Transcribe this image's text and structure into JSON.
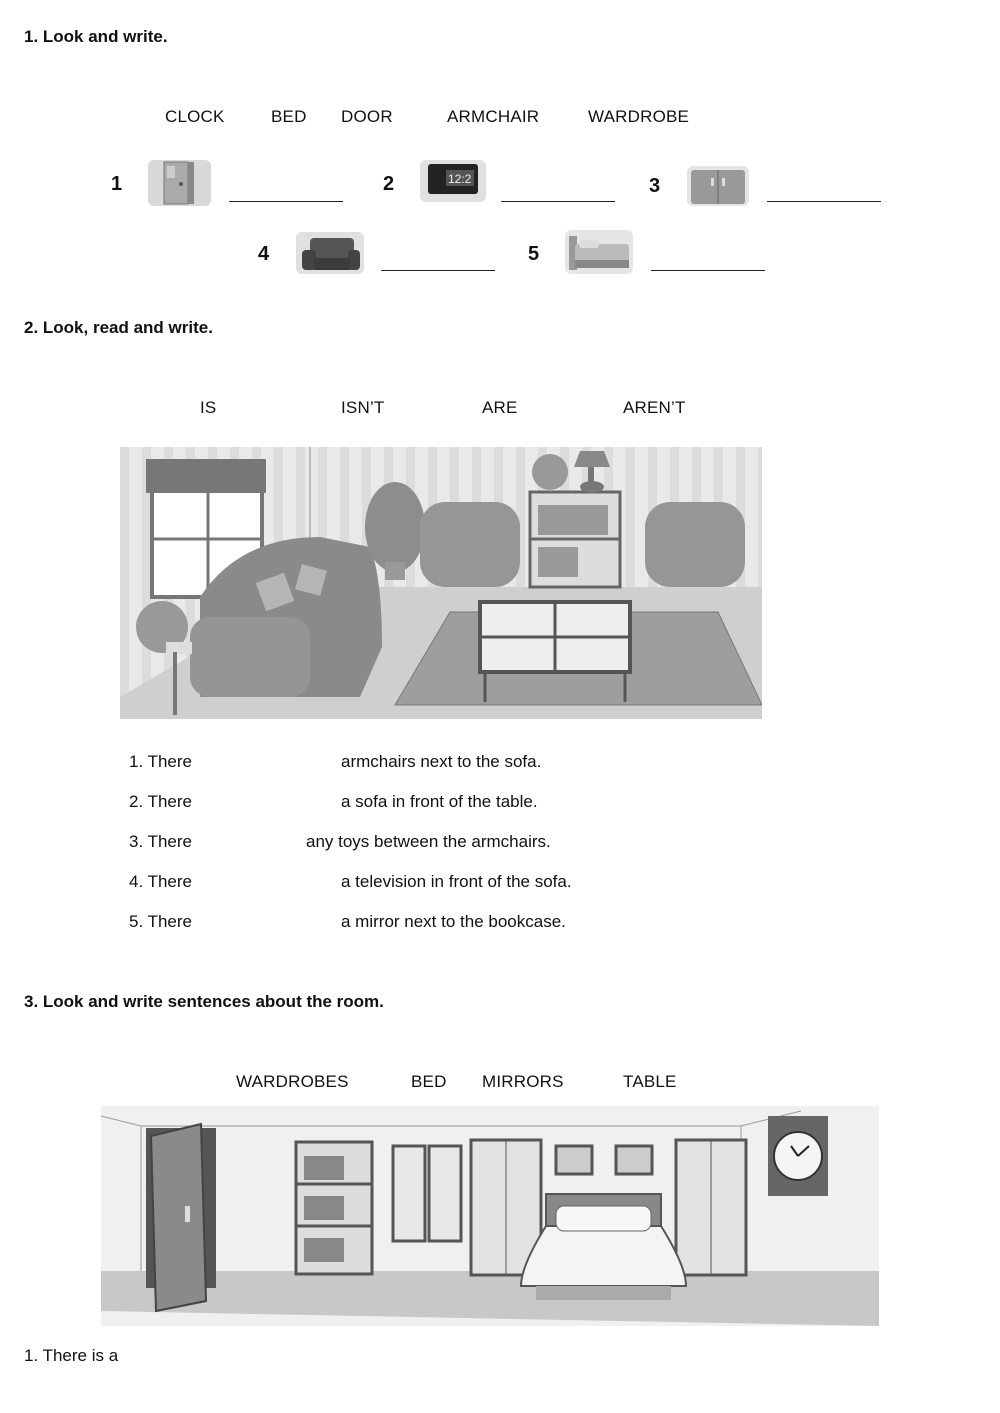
{
  "exercise1": {
    "heading": "1. Look and write.",
    "words": [
      "CLOCK",
      "BED",
      "DOOR",
      "ARMCHAIR",
      "WARDROBE"
    ],
    "items": [
      {
        "number": "1",
        "icon": "door-icon"
      },
      {
        "number": "2",
        "icon": "clock-icon"
      },
      {
        "number": "3",
        "icon": "wardrobe-icon"
      },
      {
        "number": "4",
        "icon": "armchair-icon"
      },
      {
        "number": "5",
        "icon": "bed-icon"
      }
    ]
  },
  "exercise2": {
    "heading": "2. Look, read and write.",
    "words": [
      "IS",
      "ISN’T",
      "ARE",
      "AREN’T"
    ],
    "sentences": [
      {
        "start": "1. There",
        "end": "armchairs next to the sofa."
      },
      {
        "start": "2. There",
        "end": "a sofa in front of the table."
      },
      {
        "start": "3. There",
        "end": "any toys between the armchairs."
      },
      {
        "start": "4. There",
        "end": "a television in front of the sofa."
      },
      {
        "start": "5. There",
        "end": "a mirror next to the bookcase."
      }
    ]
  },
  "exercise3": {
    "heading": "3. Look and write sentences about the room.",
    "words": [
      "WARDROBES",
      "BED",
      "MIRRORS",
      "TABLE"
    ],
    "sentences": [
      {
        "start": "1. There is a"
      }
    ]
  }
}
